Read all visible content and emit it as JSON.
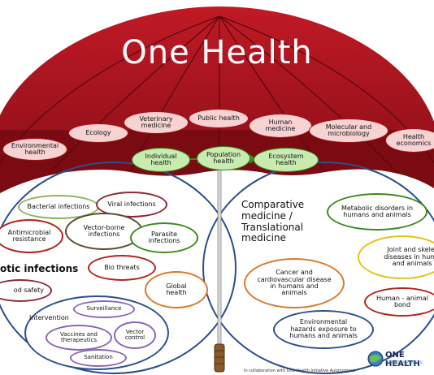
{
  "title": "One Health",
  "umbrella_labels": {
    "environmental_health": "Environmental\nhealth",
    "ecology": "Ecology",
    "veterinary_medicine": "Veterinary\nmedicine",
    "public_health": "Public health",
    "human_medicine": "Human\nmedicine",
    "molecular_microbiology": "Molecular and\nmicrobiology",
    "health_economics": "Health\neconomics"
  },
  "green_labels": {
    "individual_health": "Individual\nhealth",
    "population_health": "Population\nhealth",
    "ecosystem_health": "Ecosystem\nhealth"
  },
  "left_items": {
    "bacterial_infections": "Bacterial infections",
    "viral_infections": "Viral infections",
    "antimicrobial_resistance": "Antimicrobial\nresistance",
    "vector_borne_infections": "Vector-borne\ninfections",
    "parasite_infections": "Parasite\ninfections",
    "zoonotic_infections": "otic infections",
    "bio_threats": "Bio threats",
    "food_safety": "od safety",
    "global_health": "Global\nhealth",
    "intervention": "Intervention",
    "surveillance": "Surveillance",
    "vaccines_therapeutics": "Vaccines and\ntherapeutics",
    "vector_control": "Vector\ncontrol",
    "sanitation": "Sanitation"
  },
  "right_items": {
    "comparative_medicine": "Comparative\nmedicine /\nTranslational\nmedicine",
    "metabolic_disorders": "Metabolic disorders in\nhumans and animals",
    "joint_skeletal": "Joint and skelet\ndiseases in huma\nand animals",
    "cancer_cardiovascular": "Cancer and\ncardiovascular disease\nin humans and\nanimals",
    "human_animal_bond": "Human - animal\nbond",
    "environmental_hazards": "Environmental\nhazards exposure to\nhumans and animals"
  },
  "logo": {
    "name": "ONE HEALTH",
    "tagline": "HUMANS | ANIMALS | E",
    "collab": "In collaboration with One Health Initiative Autonomous"
  },
  "colors": {
    "umbrella_red": "#a3121c",
    "umbrella_dark": "#6e0a10",
    "circle_blue": "#2b4f8c",
    "pill_fill": "#f6d2d2",
    "green_fill": "#c8ecb0"
  }
}
